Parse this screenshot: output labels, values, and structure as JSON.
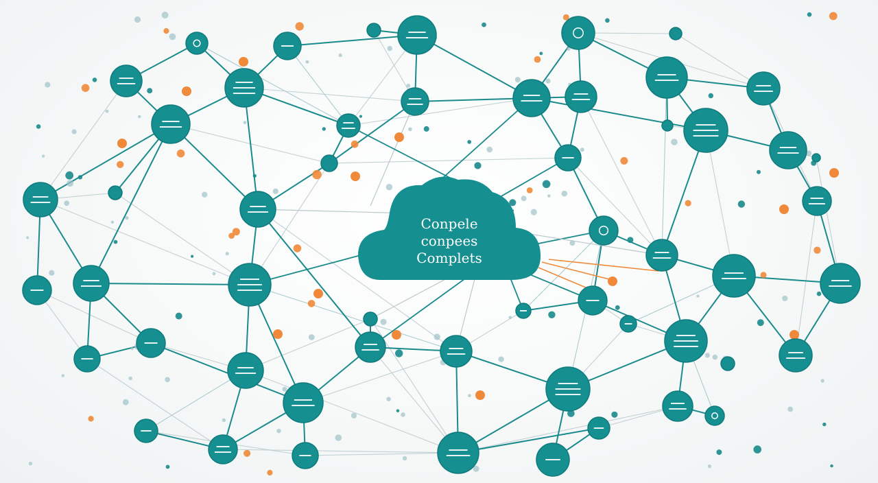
{
  "diagram": {
    "cloud_label_lines": [
      "Conpele",
      "conpees",
      "Complets"
    ],
    "colors": {
      "node": "#168f91",
      "node_stroke": "#0f7a7c",
      "edge": "#1a8a8c",
      "edge_light": "#b9c9cc",
      "accent": "#f08a3a",
      "dot_light": "#9fc2c8",
      "text_on_node": "#ffffff"
    }
  }
}
